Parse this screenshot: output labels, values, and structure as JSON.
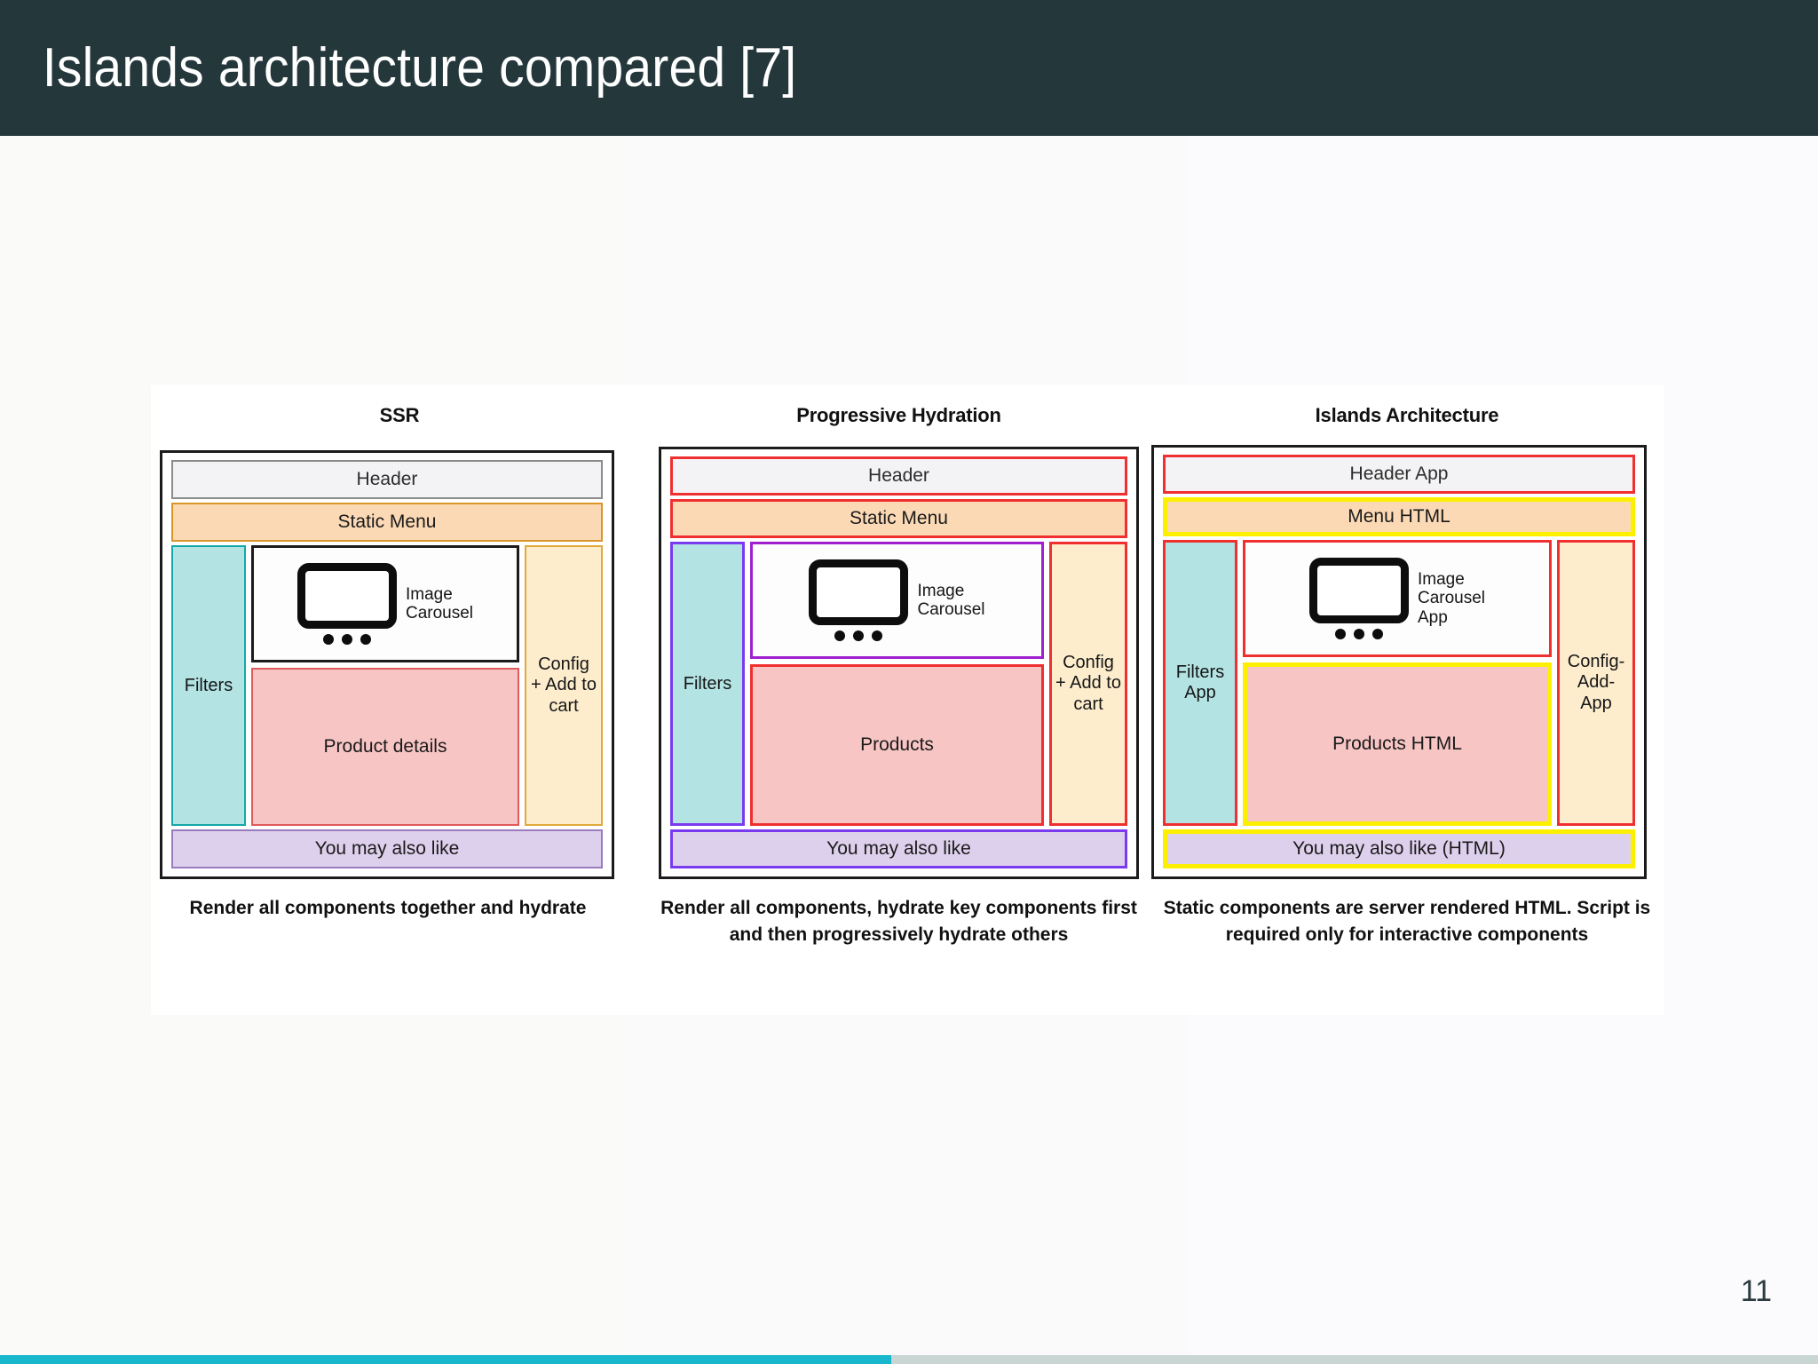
{
  "slide": {
    "title": "Islands architecture compared [7]",
    "page_number": "11",
    "accent_color": "#18b7cc",
    "header_color": "#24383c",
    "progress_percent": 49
  },
  "figure": {
    "panels": [
      {
        "title": "SSR",
        "caption": "Render all components together and hydrate",
        "blocks": {
          "header": "Header",
          "menu": "Static Menu",
          "filters": "Filters",
          "carousel": "Image\nCarousel",
          "products": "Product details",
          "config": "Config\n+ Add to\ncart",
          "alsolike": "You may also like"
        },
        "highlight": {
          "header": "none",
          "menu": "none",
          "filters": "none",
          "carousel": "none",
          "products": "none",
          "config": "none",
          "alsolike": "none"
        }
      },
      {
        "title": "Progressive Hydration",
        "caption": "Render all components, hydrate key components first and then progressively hydrate others",
        "blocks": {
          "header": "Header",
          "menu": "Static Menu",
          "filters": "Filters",
          "carousel": "Image\nCarousel",
          "products": "Products",
          "config": "Config\n+ Add to\ncart",
          "alsolike": "You may also like"
        },
        "highlight": {
          "header": "red",
          "menu": "red",
          "filters": "purple",
          "carousel": "magenta",
          "products": "red",
          "config": "red",
          "alsolike": "purple"
        }
      },
      {
        "title": "Islands Architecture",
        "caption": "Static components are server rendered HTML. Script is required only for interactive components",
        "blocks": {
          "header": "Header App",
          "menu": "Menu HTML",
          "filters": "Filters\nApp",
          "carousel": "Image\nCarousel\nApp",
          "products": "Products HTML",
          "config": "Config-\nAdd-\nApp",
          "alsolike": "You may also like (HTML)"
        },
        "highlight": {
          "header": "red",
          "menu": "yellow",
          "filters": "red",
          "carousel": "red",
          "products": "yellow",
          "config": "red",
          "alsolike": "yellow"
        }
      }
    ],
    "icons": {
      "carousel_prev": "chevron-left-icon",
      "carousel_next": "chevron-right-icon",
      "carousel_dots": "carousel-dots-icon"
    },
    "colors": {
      "header_fill": "#f3f3f5",
      "menu_fill": "#fbd9b5",
      "filters_fill": "#b3e3e3",
      "products_fill": "#f8c5c5",
      "config_fill": "#fdedcd",
      "alsolike_fill": "#ddd0ec",
      "highlight_red": "#f03030",
      "highlight_purple": "#7a3bf0",
      "highlight_magenta": "#a020d0",
      "highlight_yellow": "#fcf000"
    }
  }
}
